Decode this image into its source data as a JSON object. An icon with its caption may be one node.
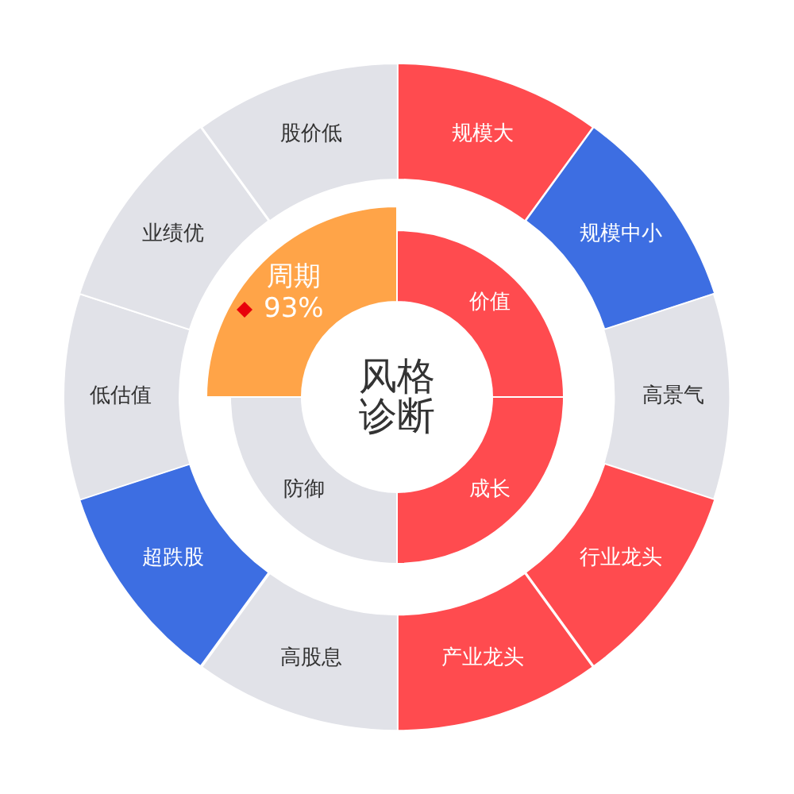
{
  "diagram": {
    "nodes": [
      {
        "text": [
          "风格诊断"
        ]
      },
      {
        "text": [
          "价值"
        ]
      },
      {
        "text": [
          "成长"
        ]
      },
      {
        "text": [
          "防御"
        ]
      },
      {
        "text": [
          "周期",
          "93%"
        ]
      },
      {
        "text": [
          "规模大"
        ]
      },
      {
        "text": [
          "规模中小"
        ]
      },
      {
        "text": [
          "高景气"
        ]
      },
      {
        "text": [
          "行业龙头"
        ]
      },
      {
        "text": [
          "产业龙头"
        ]
      },
      {
        "text": [
          "高股息"
        ]
      },
      {
        "text": [
          "超跌股"
        ]
      },
      {
        "text": [
          "低估值"
        ]
      },
      {
        "text": [
          "业绩优"
        ]
      },
      {
        "text": [
          "股价低"
        ]
      }
    ],
    "edges": []
  }
}
